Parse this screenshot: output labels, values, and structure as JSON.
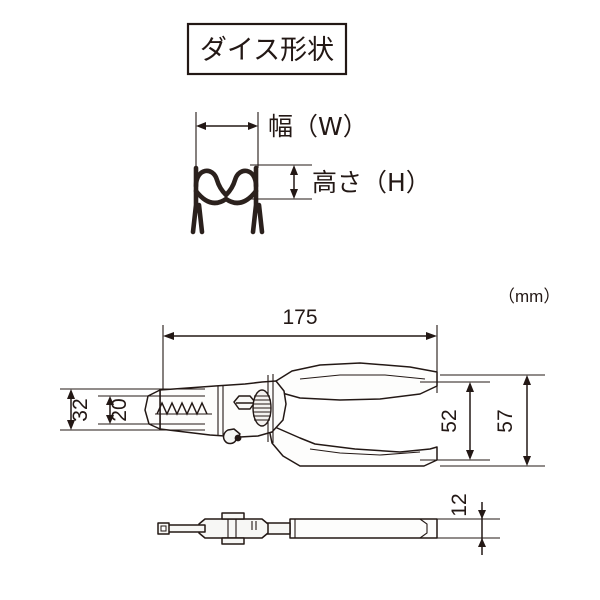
{
  "drawing": {
    "title_box_label": "ダイス形状",
    "unit_label": "（mm）",
    "die_diagram": {
      "width_label": "幅（W）",
      "height_label": "高さ（H）"
    },
    "dimensions": {
      "overall_length": "175",
      "jaw_outer": "32",
      "jaw_inner": "20",
      "handle_open_height": "52",
      "overall_height": "57",
      "thickness": "12"
    },
    "colors": {
      "ink": "#231815",
      "die_ink": "#2b211d",
      "background": "#ffffff",
      "body_fill": "#fdfdfc"
    }
  }
}
